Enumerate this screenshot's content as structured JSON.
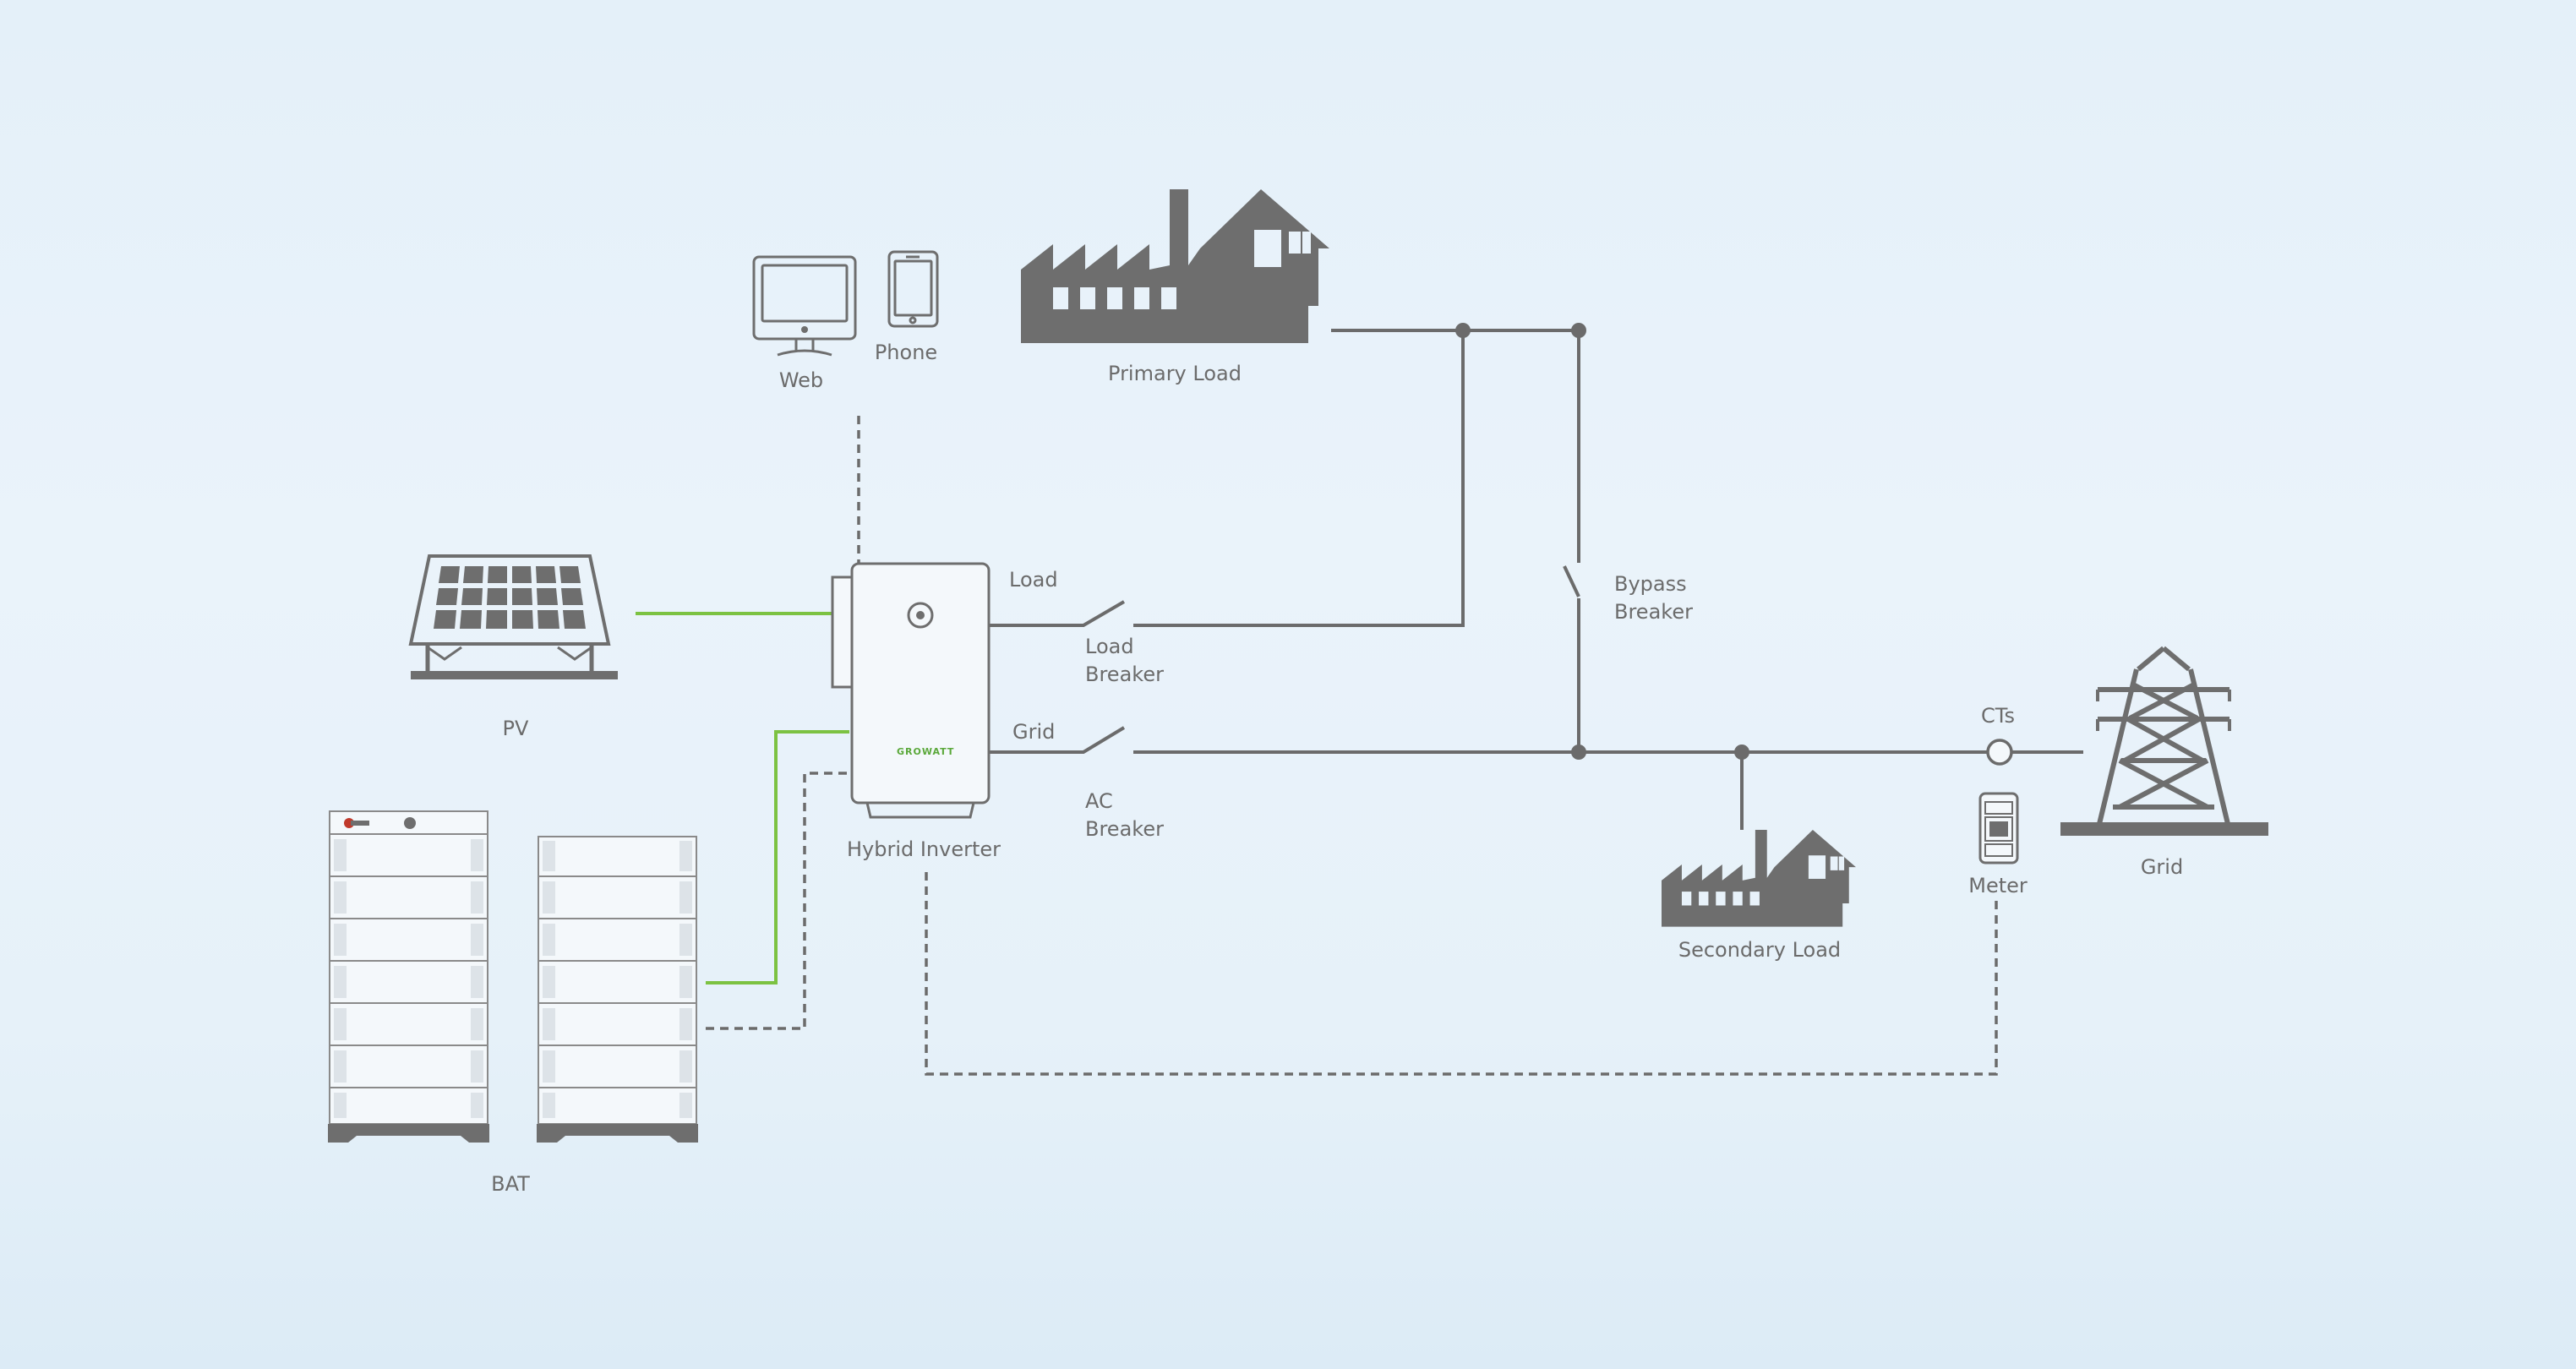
{
  "colors": {
    "line": "#6b6b6b",
    "icon": "#6e6e6e",
    "dc_link": "#7cc242",
    "background": "#e8f2fa"
  },
  "labels": {
    "web": "Web",
    "phone": "Phone",
    "primary_load": "Primary Load",
    "pv": "PV",
    "load": "Load",
    "load_breaker_1": "Load",
    "load_breaker_2": "Breaker",
    "bypass_1": "Bypass",
    "bypass_2": "Breaker",
    "grid_port": "Grid",
    "ac_breaker_1": "AC",
    "ac_breaker_2": "Breaker",
    "hybrid_inverter": "Hybrid Inverter",
    "cts": "CTs",
    "grid": "Grid",
    "meter": "Meter",
    "secondary_load": "Secondary Load",
    "bat": "BAT",
    "brand": "GROWATT"
  },
  "icons": {
    "web": "monitor-icon",
    "phone": "smartphone-icon",
    "primary_load": "factory-house-icon",
    "secondary_load": "factory-house-icon",
    "pv": "solar-panel-icon",
    "inverter": "inverter-icon",
    "battery": "battery-stack-icon",
    "meter": "meter-icon",
    "grid": "transmission-tower-icon"
  }
}
